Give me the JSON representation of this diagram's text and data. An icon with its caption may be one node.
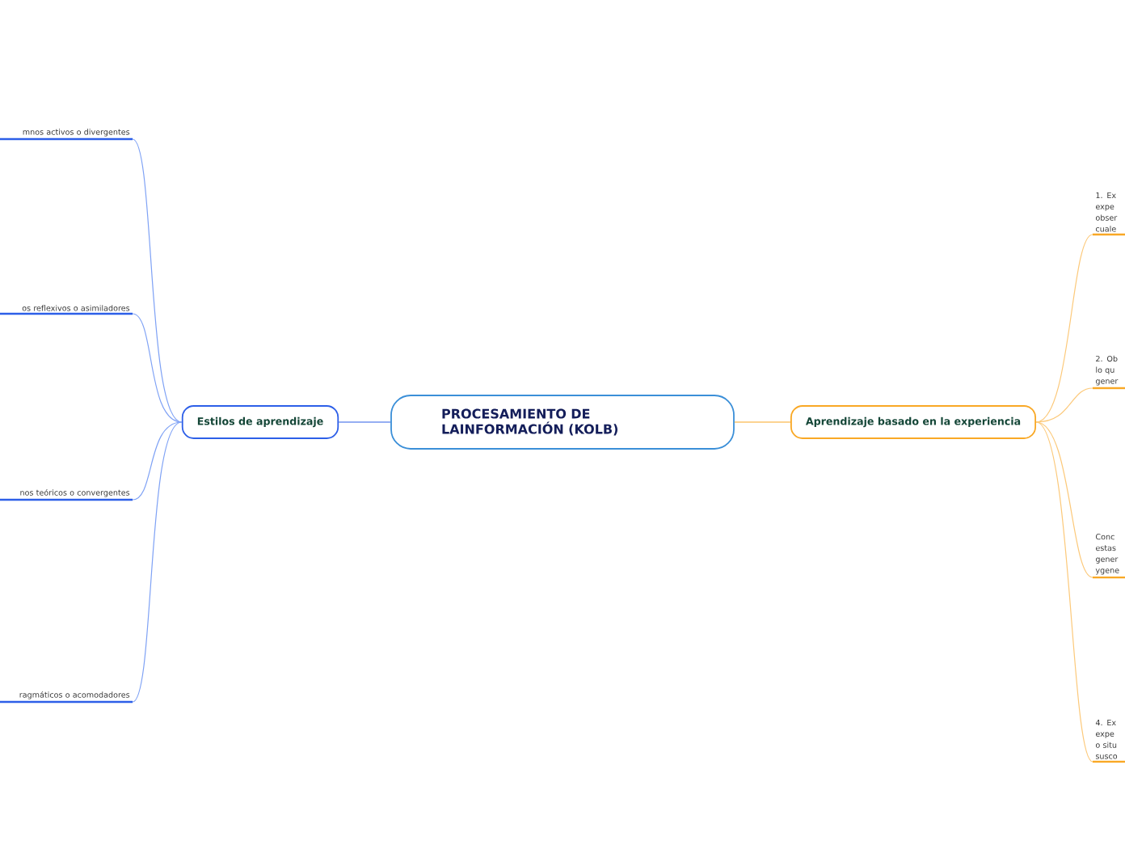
{
  "diagram": {
    "nodes": [
      {
        "text": [
          "PROCESAMIENTO DE LAINFORMACIÓN (KOLB)"
        ]
      },
      {
        "text": [
          "Estilos de aprendizaje"
        ]
      },
      {
        "text": [
          "mnos activos o divergentes"
        ]
      },
      {
        "text": [
          "os reflexivos o asimiladores"
        ]
      },
      {
        "text": [
          "nos teóricos o convergentes"
        ]
      },
      {
        "text": [
          "ragmáticos o acomodadores"
        ]
      },
      {
        "text": [
          "Aprendizaje basado en la experiencia"
        ]
      },
      {
        "text": [
          "1. Ex expe obser cuale"
        ]
      },
      {
        "text": [
          "2. Ob lo qu gener"
        ]
      },
      {
        "text": [
          "Conc estas gener ygene"
        ]
      },
      {
        "text": [
          "4. Ex expe o situ susco"
        ]
      }
    ],
    "edges": [
      {
        "from": 0,
        "to": 1,
        "arrow": "none",
        "color": "#2d5fe8"
      },
      {
        "from": 1,
        "to": 2,
        "arrow": "none",
        "color": "#7fa2f5"
      },
      {
        "from": 1,
        "to": 3,
        "arrow": "none",
        "color": "#7fa2f5"
      },
      {
        "from": 1,
        "to": 4,
        "arrow": "none",
        "color": "#7fa2f5"
      },
      {
        "from": 1,
        "to": 5,
        "arrow": "none",
        "color": "#7fa2f5"
      },
      {
        "from": 0,
        "to": 6,
        "arrow": "none",
        "color": "#f9a825"
      },
      {
        "from": 6,
        "to": 7,
        "arrow": "none",
        "color": "#fcc97a"
      },
      {
        "from": 6,
        "to": 8,
        "arrow": "none",
        "color": "#fcc97a"
      },
      {
        "from": 6,
        "to": 9,
        "arrow": "none",
        "color": "#fcc97a"
      },
      {
        "from": 6,
        "to": 10,
        "arrow": "none",
        "color": "#fcc97a"
      }
    ]
  }
}
